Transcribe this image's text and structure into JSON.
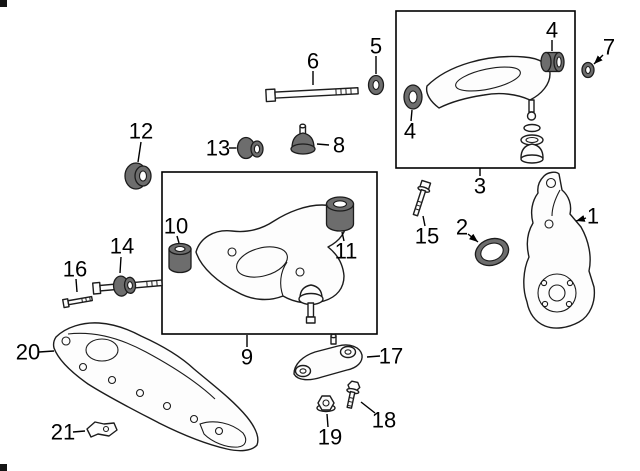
{
  "diagram": {
    "type": "exploded-parts-diagram",
    "colors": {
      "background": "#ffffff",
      "line": "#000000",
      "rubber_part": "#6d6d6d"
    },
    "callouts": [
      {
        "label": "1"
      },
      {
        "label": "2"
      },
      {
        "label": "3"
      },
      {
        "label": "4"
      },
      {
        "label": "4"
      },
      {
        "label": "5"
      },
      {
        "label": "6"
      },
      {
        "label": "7"
      },
      {
        "label": "8"
      },
      {
        "label": "9"
      },
      {
        "label": "10"
      },
      {
        "label": "11"
      },
      {
        "label": "12"
      },
      {
        "label": "13"
      },
      {
        "label": "14"
      },
      {
        "label": "15"
      },
      {
        "label": "16"
      },
      {
        "label": "17"
      },
      {
        "label": "18"
      },
      {
        "label": "19"
      },
      {
        "label": "20"
      },
      {
        "label": "21"
      }
    ]
  }
}
